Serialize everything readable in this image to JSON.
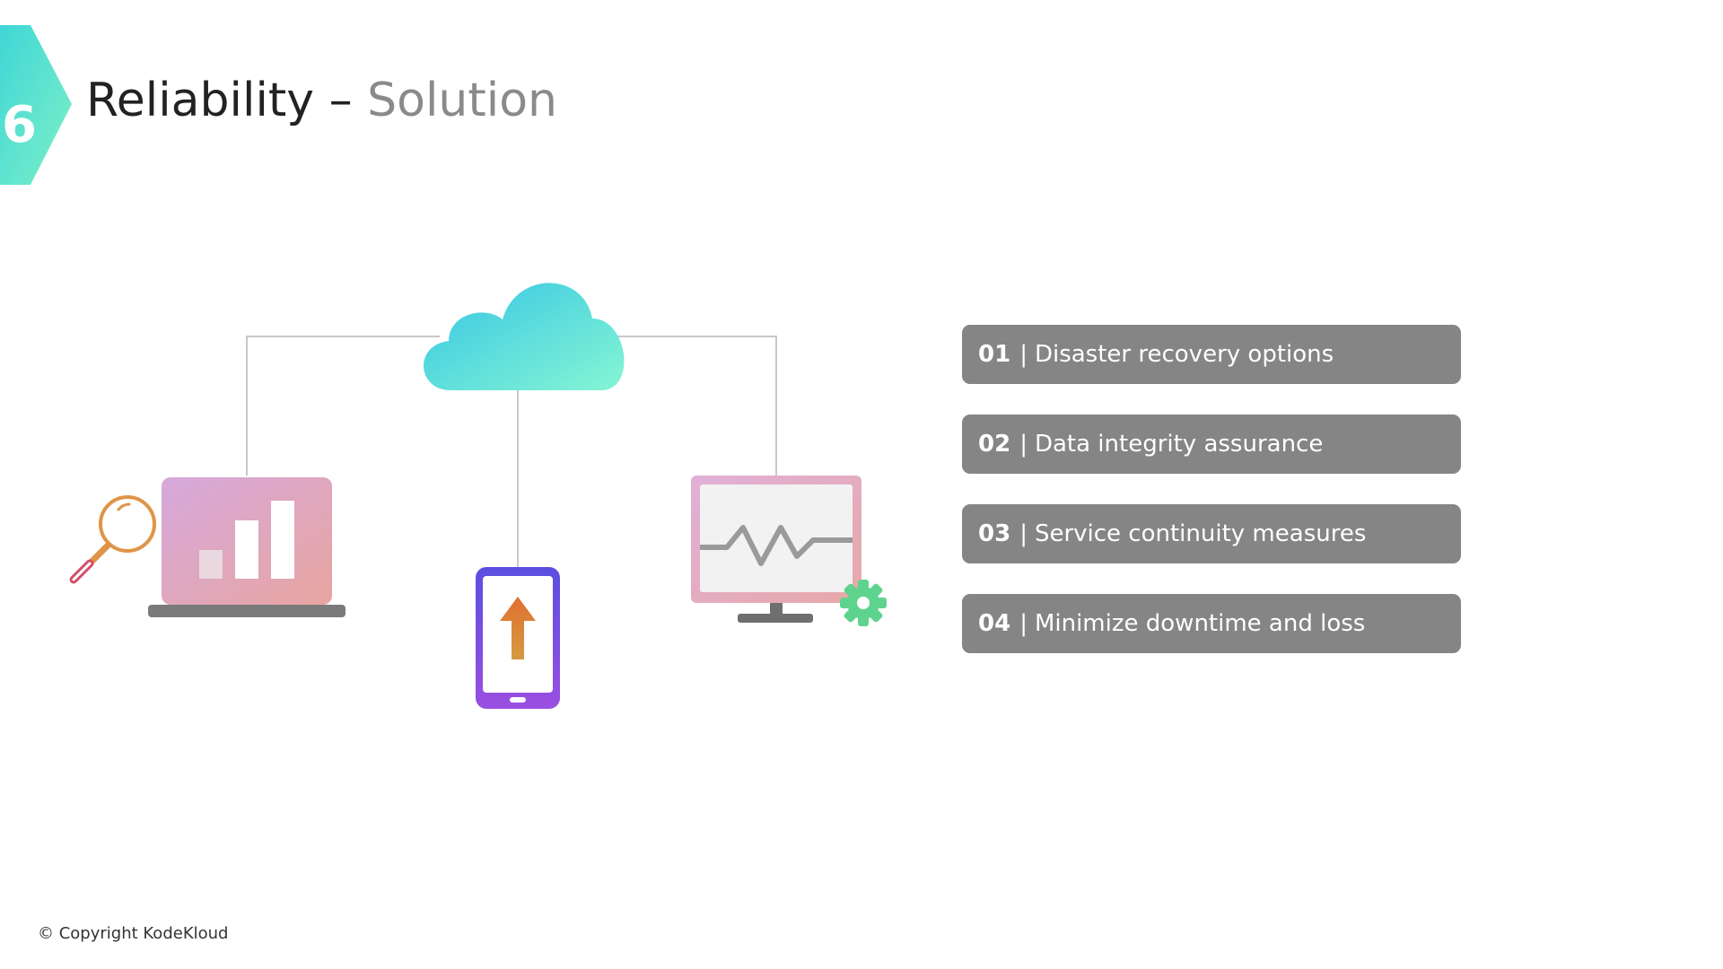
{
  "header": {
    "section_number": "6",
    "title_main": "Reliability",
    "title_dash": " – ",
    "title_sub": "Solution"
  },
  "diagram": {
    "icons": [
      "cloud-icon",
      "laptop-chart-icon",
      "magnifier-icon",
      "phone-upload-icon",
      "monitor-heartbeat-icon",
      "gear-icon"
    ]
  },
  "items": [
    {
      "number": "01",
      "label": "Disaster recovery options"
    },
    {
      "number": "02",
      "label": "Data integrity assurance"
    },
    {
      "number": "03",
      "label": "Service continuity measures"
    },
    {
      "number": "04",
      "label": "Minimize downtime and loss"
    }
  ],
  "footer": {
    "copyright": "© Copyright KodeKloud"
  },
  "colors": {
    "accent_cyan": "#3fd6d6",
    "accent_mint": "#7ef0c8",
    "item_bg": "#858585",
    "title_sub": "#8a8a8a"
  }
}
